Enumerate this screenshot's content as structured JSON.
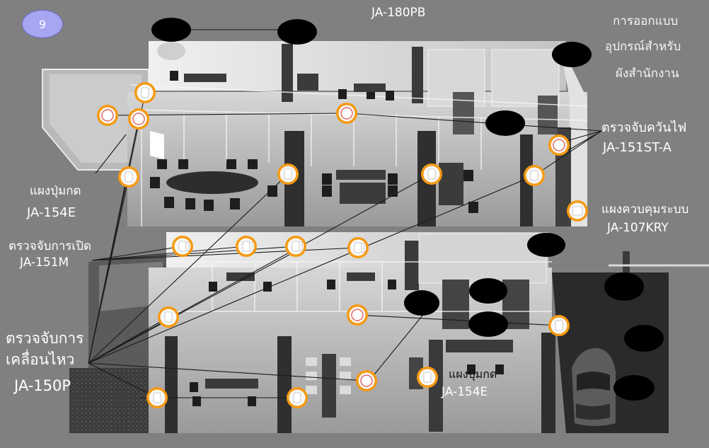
{
  "page_number": "9",
  "labels": {
    "title_model": "JA-180PB",
    "heading_line1": "การออกแบบ",
    "heading_line2": "อุปกรณ์สำหรับ",
    "heading_line3": "ผังสำนักงาน",
    "smoke_th": "ตรวจจับควันไฟ",
    "smoke_model": "JA-151ST-A",
    "panel_th": "แผงควบคุมระบบ",
    "panel_model": "JA-107KRY",
    "keypad_top_th": "แผงปุ่มกด",
    "keypad_top_model": "JA-154E",
    "door_th": "ตรวจจับการเปิด",
    "door_model": "JA-151M",
    "motion_th1": "ตรวจจับการ",
    "motion_th2": "เคลื่อนไหว",
    "motion_model": "JA-150P",
    "keypad_bottom_th": "แผงปุ่มกด",
    "keypad_bottom_model": "JA-154E"
  },
  "colors": {
    "background": "#808080",
    "device_ring": "#f59a12",
    "device_body": "#ffffff",
    "redacted": "#000000"
  },
  "devices": [
    {
      "type": "motion-sensor-icon"
    },
    {
      "type": "smoke-detector-icon"
    },
    {
      "type": "keypad-icon"
    },
    {
      "type": "control-panel-icon"
    },
    {
      "type": "door-contact-icon"
    }
  ]
}
